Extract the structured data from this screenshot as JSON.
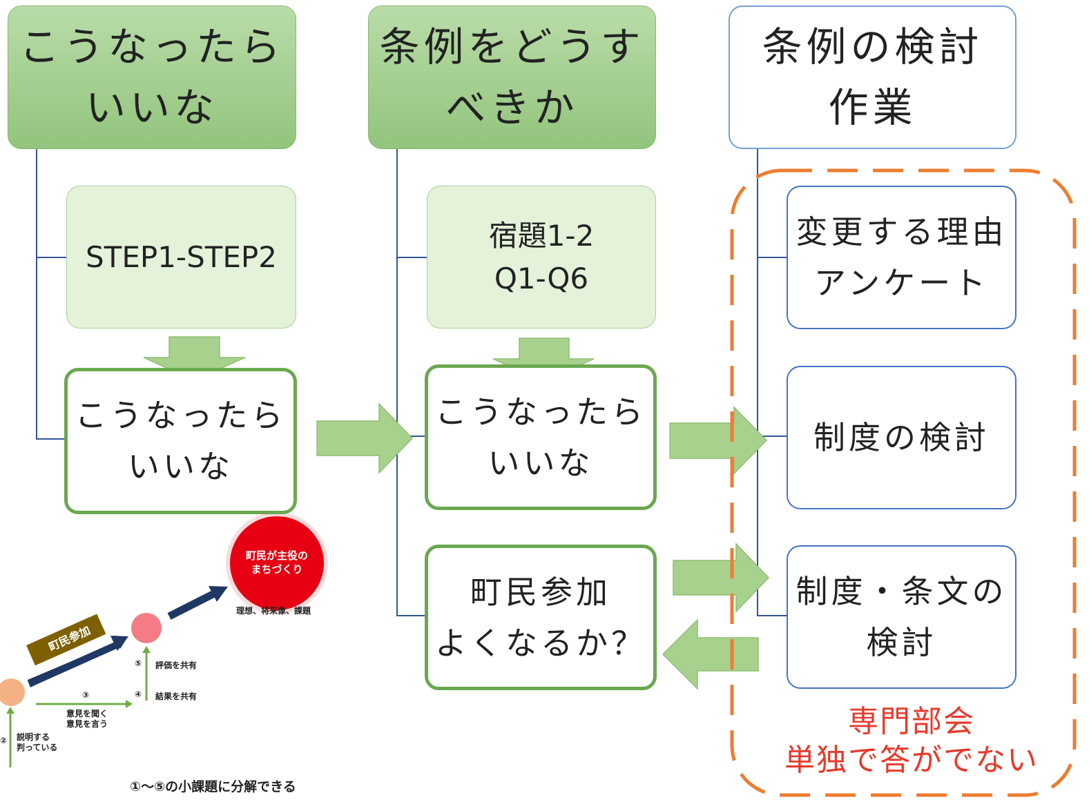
{
  "columns": [
    {
      "header": [
        "こうなったら",
        "いいな"
      ],
      "step": [
        "STEP1-STEP2"
      ],
      "result": [
        "こうなったら",
        "いいな"
      ]
    },
    {
      "header": [
        "条例をどうす",
        "べきか"
      ],
      "step": [
        "宿題1-2",
        "Q1-Q6"
      ],
      "result": [
        "こうなったら",
        "いいな"
      ],
      "extra": [
        "町民参加",
        "よくなるか？"
      ]
    },
    {
      "header": [
        "条例の検討",
        "作業"
      ],
      "items": [
        [
          "変更する理由",
          "アンケート"
        ],
        [
          "制度の検討"
        ],
        [
          "制度・条文の",
          "検討"
        ]
      ]
    }
  ],
  "group_label": [
    "専門部会",
    "単独で答がでない"
  ],
  "mini_diagram": {
    "goal": [
      "町民が主役の",
      "まちづくり"
    ],
    "goal_caption": "理想、将来像、課題",
    "banner": "町民参加",
    "step5": "⑤",
    "step5_label": "評価を共有",
    "step4": "④",
    "step4_label": "結果を共有",
    "step3": "③",
    "step3_label": [
      "意見を聞く",
      "意見を言う"
    ],
    "step2": "②",
    "step2_label": [
      "説明する",
      "判っている"
    ],
    "caption": "①〜⑤の小課題に分解できる"
  },
  "colors": {
    "header_green": "#93c47d",
    "light_green": "#e4f2da",
    "outline_green": "#6aa84f",
    "outline_blue": "#4472c4",
    "connector": "#2f5597",
    "arrow_fill": "#a9d18e",
    "dashed_orange": "#ed7d31",
    "label_red": "#e8392a",
    "goal_red": "#e60012",
    "banner_brown": "#7f6000",
    "navy_arrow": "#1f3864"
  }
}
